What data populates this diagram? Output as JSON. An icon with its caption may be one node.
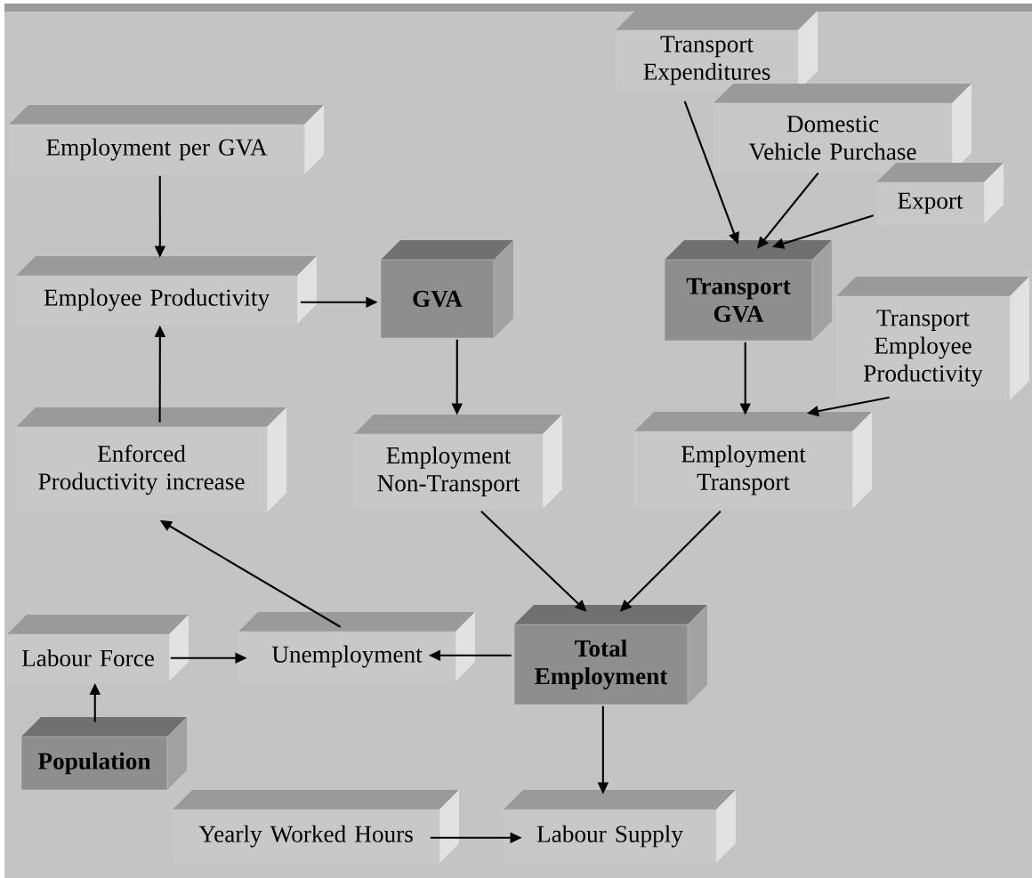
{
  "diagram": {
    "nodes": [
      {
        "text": [
          "Employment per GVA"
        ]
      },
      {
        "text": [
          "Employee Productivity"
        ]
      },
      {
        "text": [
          "GVA"
        ]
      },
      {
        "text": [
          "Transport Expenditures"
        ]
      },
      {
        "text": [
          "Domestic Vehicle Purchase"
        ]
      },
      {
        "text": [
          "Export"
        ]
      },
      {
        "text": [
          "Transport GVA"
        ]
      },
      {
        "text": [
          "Transport Employee Productivity"
        ]
      },
      {
        "text": [
          "Enforced Productivity increase"
        ]
      },
      {
        "text": [
          "Employment Non-Transport"
        ]
      },
      {
        "text": [
          "Employment Transport"
        ]
      },
      {
        "text": [
          "Labour Force"
        ]
      },
      {
        "text": [
          "Unemployment"
        ]
      },
      {
        "text": [
          "Total Employment"
        ]
      },
      {
        "text": [
          "Population"
        ]
      },
      {
        "text": [
          "Yearly Worked Hours"
        ]
      },
      {
        "text": [
          "Labour Supply"
        ]
      }
    ],
    "edges": [
      {
        "from": 0,
        "to": 1,
        "arrow": "to"
      },
      {
        "from": 1,
        "to": 2,
        "arrow": "to"
      },
      {
        "from": 3,
        "to": 6,
        "arrow": "to"
      },
      {
        "from": 4,
        "to": 6,
        "arrow": "to"
      },
      {
        "from": 5,
        "to": 6,
        "arrow": "to"
      },
      {
        "from": 6,
        "to": 10,
        "arrow": "to"
      },
      {
        "from": 7,
        "to": 10,
        "arrow": "to"
      },
      {
        "from": 2,
        "to": 9,
        "arrow": "to"
      },
      {
        "from": 9,
        "to": 13,
        "arrow": "to"
      },
      {
        "from": 10,
        "to": 13,
        "arrow": "to"
      },
      {
        "from": 12,
        "to": 8,
        "arrow": "to"
      },
      {
        "from": 8,
        "to": 1,
        "arrow": "to"
      },
      {
        "from": 13,
        "to": 12,
        "arrow": "to"
      },
      {
        "from": 11,
        "to": 12,
        "arrow": "to"
      },
      {
        "from": 14,
        "to": 11,
        "arrow": "to"
      },
      {
        "from": 13,
        "to": 16,
        "arrow": "to"
      },
      {
        "from": 15,
        "to": 16,
        "arrow": "to"
      }
    ]
  }
}
